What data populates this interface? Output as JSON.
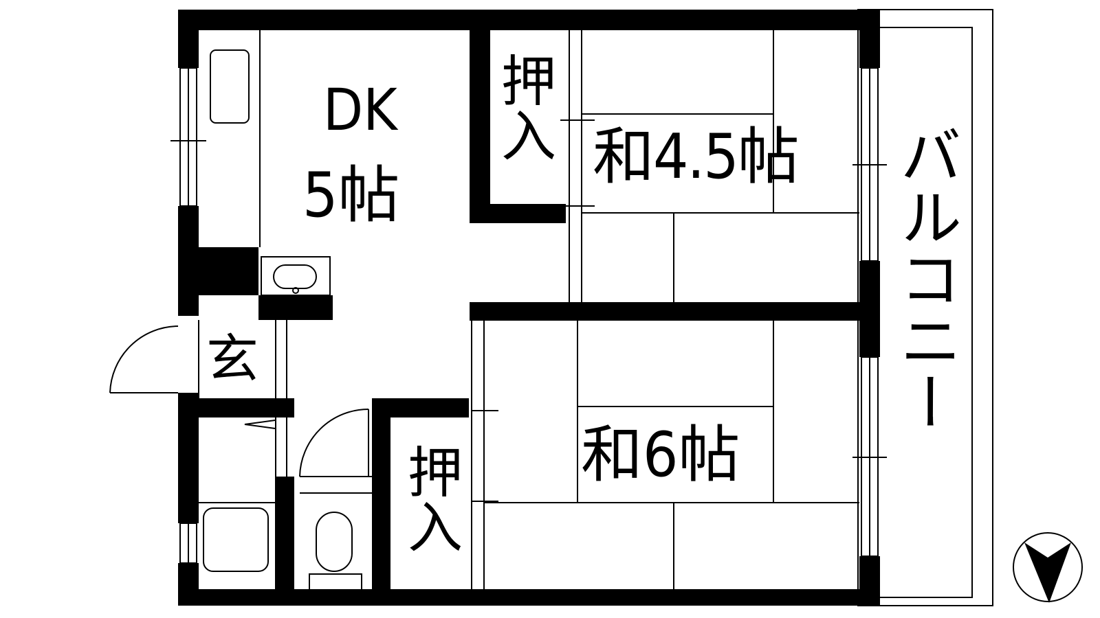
{
  "rooms": {
    "dk": {
      "line1": "DK",
      "line2": "5帖"
    },
    "oshiire_top": {
      "text": "押入"
    },
    "washitsu_45": {
      "text": "和4.5帖"
    },
    "balcony": {
      "text": "バルコニー"
    },
    "genkan": {
      "text": "玄"
    },
    "oshiire_bottom": {
      "text": "押入"
    },
    "washitsu_6": {
      "text": "和6帖"
    }
  },
  "symbols": [
    "north-arrow-icon",
    "bathtub-icon",
    "toilet-icon",
    "sink-icon",
    "kitchen-counter-icon"
  ]
}
